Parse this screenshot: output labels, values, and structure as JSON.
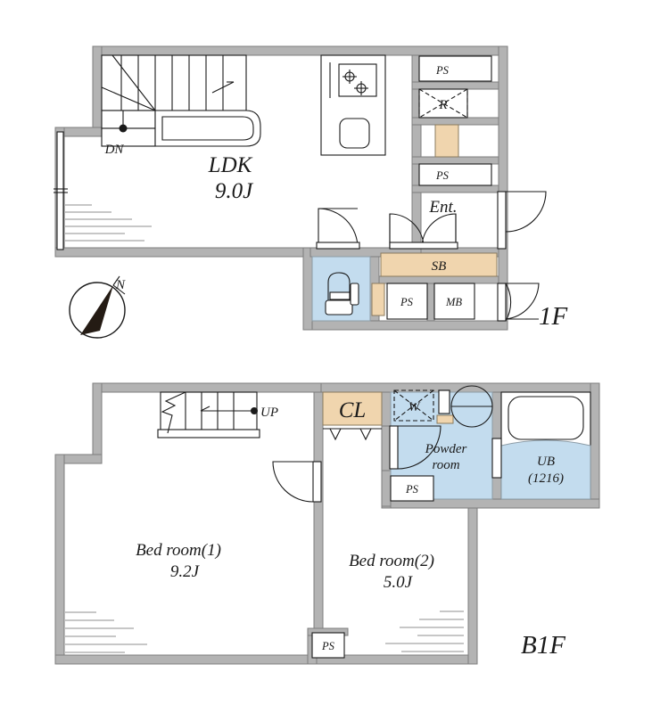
{
  "floors": [
    {
      "id": "1f",
      "floor_label": "1F",
      "rooms": [
        {
          "name": "LDK",
          "area": "9.0J"
        },
        {
          "name": "Ent.",
          "area": ""
        }
      ],
      "markers": [
        {
          "label": "DN",
          "meaning": "stairs-down"
        },
        {
          "label": "R",
          "meaning": "refrigerator"
        },
        {
          "label": "PS",
          "meaning": "pipe-space-upper"
        },
        {
          "label": "PS",
          "meaning": "pipe-space-lower"
        },
        {
          "label": "SB",
          "meaning": "shoe-box"
        },
        {
          "label": "PS",
          "meaning": "pipe-space-toilet"
        },
        {
          "label": "MB",
          "meaning": "mail-box"
        }
      ],
      "compass": {
        "label": "N"
      }
    },
    {
      "id": "b1f",
      "floor_label": "B1F",
      "rooms": [
        {
          "name": "Bed room(1)",
          "area": "9.2J"
        },
        {
          "name": "Bed room(2)",
          "area": "5.0J"
        },
        {
          "name": "Powder",
          "name2": "room",
          "area": ""
        },
        {
          "name": "UB",
          "area": "(1216)"
        }
      ],
      "markers": [
        {
          "label": "UP",
          "meaning": "stairs-up"
        },
        {
          "label": "CL",
          "meaning": "closet"
        },
        {
          "label": "W",
          "meaning": "washing-machine"
        },
        {
          "label": "PS",
          "meaning": "pipe-space-powder"
        },
        {
          "label": "PS",
          "meaning": "pipe-space-bottom"
        }
      ]
    }
  ],
  "labels": {
    "ldk": "LDK",
    "ldk_area": "9.0J",
    "dn": "DN",
    "up": "UP",
    "r": "R",
    "ps": "PS",
    "sb": "SB",
    "mb": "MB",
    "ent": "Ent.",
    "cl": "CL",
    "w": "W",
    "powder1": "Powder",
    "powder2": "room",
    "ub": "UB",
    "ub_size": "(1216)",
    "bed1": "Bed room(1)",
    "bed1_area": "9.2J",
    "bed2": "Bed room(2)",
    "bed2_area": "5.0J",
    "floor1": "1F",
    "floorb1": "B1F",
    "north": "N"
  },
  "colors": {
    "wall": "#b3b3b3",
    "wall_stroke": "#7d7d7d",
    "water_fill": "#c3dcee",
    "storage_fill": "#f0d5ae",
    "line": "#1a1a1a",
    "background": "#ffffff"
  }
}
